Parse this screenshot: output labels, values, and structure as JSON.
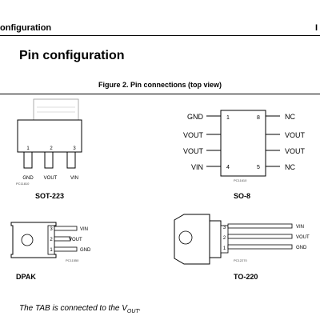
{
  "header": {
    "left_text": "onfiguration",
    "right_text": "I"
  },
  "section": {
    "title": "Pin configuration"
  },
  "figure": {
    "caption": "Figure 2. Pin connections (top view)"
  },
  "packages": {
    "sot223": {
      "name": "SOT-223",
      "pin_numbers": [
        "1",
        "2",
        "3"
      ],
      "pin_labels": [
        "GND",
        "VOUT",
        "VIN"
      ],
      "ref": "PC11810"
    },
    "so8": {
      "name": "SO-8",
      "left_pins": [
        {
          "num": "1",
          "label": "GND"
        },
        {
          "num": "",
          "label": "VOUT"
        },
        {
          "num": "",
          "label": "VOUT"
        },
        {
          "num": "4",
          "label": "VIN"
        }
      ],
      "right_pins": [
        {
          "num": "8",
          "label": "NC"
        },
        {
          "num": "",
          "label": "VOUT"
        },
        {
          "num": "",
          "label": "VOUT"
        },
        {
          "num": "5",
          "label": "NC"
        }
      ],
      "ref": "PC11610"
    },
    "dpak": {
      "name": "DPAK",
      "pins": [
        {
          "num": "3",
          "label": "VIN"
        },
        {
          "num": "2",
          "label": "VOUT"
        },
        {
          "num": "1",
          "label": "GND"
        }
      ],
      "ref": "PC11550"
    },
    "to220": {
      "name": "TO-220",
      "pins": [
        {
          "num": "3",
          "label": "VIN"
        },
        {
          "num": "2",
          "label": "VOUT"
        },
        {
          "num": "1",
          "label": "GND"
        }
      ],
      "ref": "PC12270"
    }
  },
  "note": {
    "text_before": "The TAB is connected to the V",
    "sub": "OUT",
    "text_after": "."
  }
}
